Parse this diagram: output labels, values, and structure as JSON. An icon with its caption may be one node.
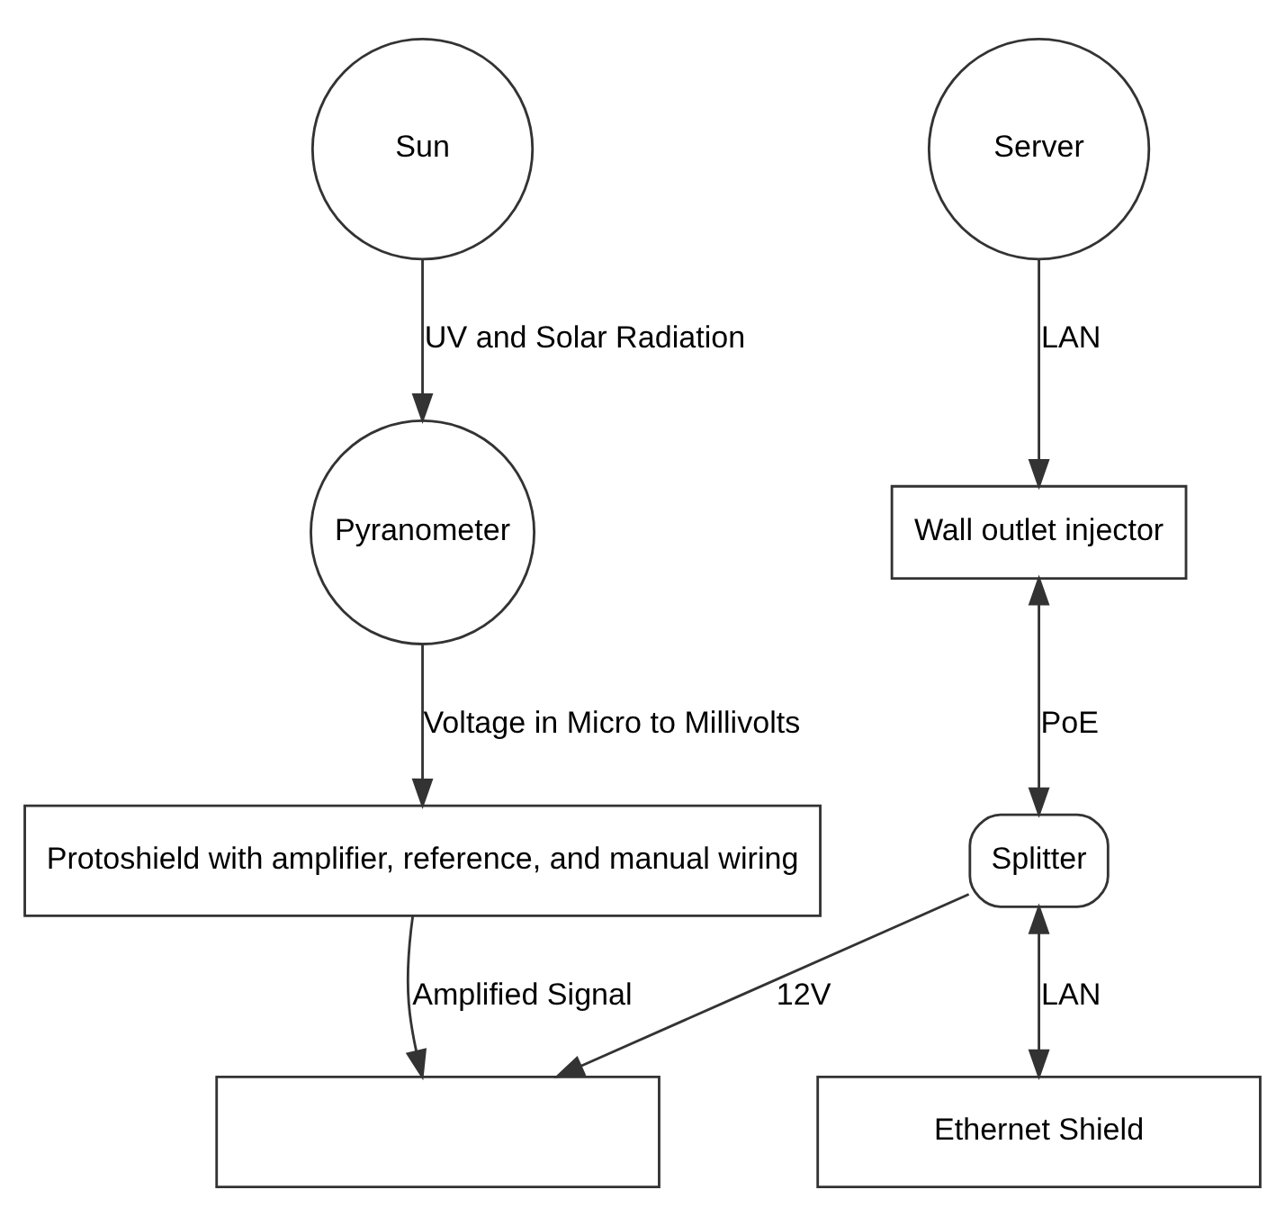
{
  "diagram": {
    "nodes": [
      {
        "text": [
          "Sun"
        ]
      },
      {
        "text": [
          "Server"
        ]
      },
      {
        "text": [
          "Pyranometer"
        ]
      },
      {
        "text": [
          "Wall outlet injector"
        ]
      },
      {
        "text": [
          "Protoshield with amplifier, reference, and manual wiring"
        ]
      },
      {
        "text": [
          "Splitter"
        ]
      },
      {
        "text": [
          "Ethernet Shield"
        ]
      },
      {
        "text": [],
        "shape": "box"
      }
    ],
    "edges": [
      {
        "from": 0,
        "to": 2,
        "arrow": "to",
        "label": "UV and Solar Radiation"
      },
      {
        "from": 1,
        "to": 3,
        "arrow": "to",
        "label": "LAN"
      },
      {
        "from": 2,
        "to": 4,
        "arrow": "to",
        "label": "Voltage in Micro to Millivolts"
      },
      {
        "from": 3,
        "to": 5,
        "arrow": "both",
        "label": "PoE"
      },
      {
        "from": 5,
        "to": 6,
        "arrow": "both",
        "label": "LAN"
      },
      {
        "from": 5,
        "to": 7,
        "arrow": "to",
        "label": "12V"
      },
      {
        "from": 4,
        "to": 7,
        "arrow": "to",
        "label": "Amplified Signal"
      }
    ]
  }
}
